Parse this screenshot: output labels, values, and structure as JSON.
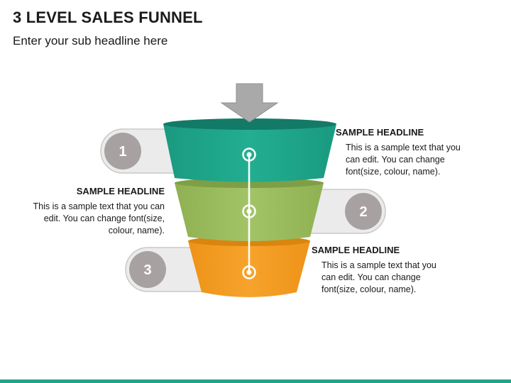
{
  "title": "3 LEVEL SALES FUNNEL",
  "subtitle": "Enter your sub headline here",
  "colors": {
    "level1": "#1fa58a",
    "level1_rim": "#137a67",
    "level2": "#9bbd5e",
    "level2_dark": "#6f8f3a",
    "level3": "#f39c22",
    "level3_dark": "#c97a10",
    "tab_fill": "#e9e9e9",
    "tab_stroke": "#c8c8c8",
    "circle": "#a7a2a1",
    "arrow": "#a9a9a9",
    "footer": "#1fa58a"
  },
  "levels": [
    {
      "number": "1",
      "headline": "SAMPLE HEADLINE",
      "text": "This is a sample text that you can edit. You can change font(size, colour, name)."
    },
    {
      "number": "2",
      "headline": "SAMPLE HEADLINE",
      "text": "This is a sample text that you can edit. You can change font(size, colour, name)."
    },
    {
      "number": "3",
      "headline": "SAMPLE HEADLINE",
      "text": "This is a sample text that you can edit. You can change font(size, colour, name)."
    }
  ]
}
